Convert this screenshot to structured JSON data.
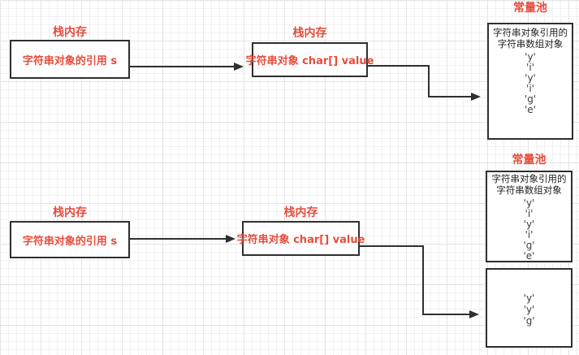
{
  "colors": {
    "accent_red": "#e74c3c",
    "box_border": "#2f2f2f",
    "char_text": "#3d3d3d",
    "grid_minor": "#f1f1f1",
    "grid_major": "#e3e3e3"
  },
  "top": {
    "stack_ref": {
      "title": "栈内存",
      "text": "字符串对象的引用 s"
    },
    "stack_obj": {
      "title": "栈内存",
      "text": "字符串对象 char[] value"
    },
    "pool": {
      "title": "常量池",
      "desc": "字符串对象引用的字符串数组对象",
      "chars": [
        "'y'",
        "'i'",
        "'y'",
        "'i'",
        "'g'",
        "'e'"
      ]
    }
  },
  "bottom": {
    "stack_ref": {
      "title": "栈内存",
      "text": "字符串对象的引用 s"
    },
    "stack_obj": {
      "title": "栈内存",
      "text": "字符串对象 char[] value"
    },
    "pool": {
      "title": "常量池",
      "desc": "字符串对象引用的字符串数组对象",
      "chars": [
        "'y'",
        "'i'",
        "'y'",
        "'i'",
        "'g'",
        "'e'"
      ],
      "chars_new": [
        "'y'",
        "'y'",
        "'g'"
      ]
    }
  }
}
